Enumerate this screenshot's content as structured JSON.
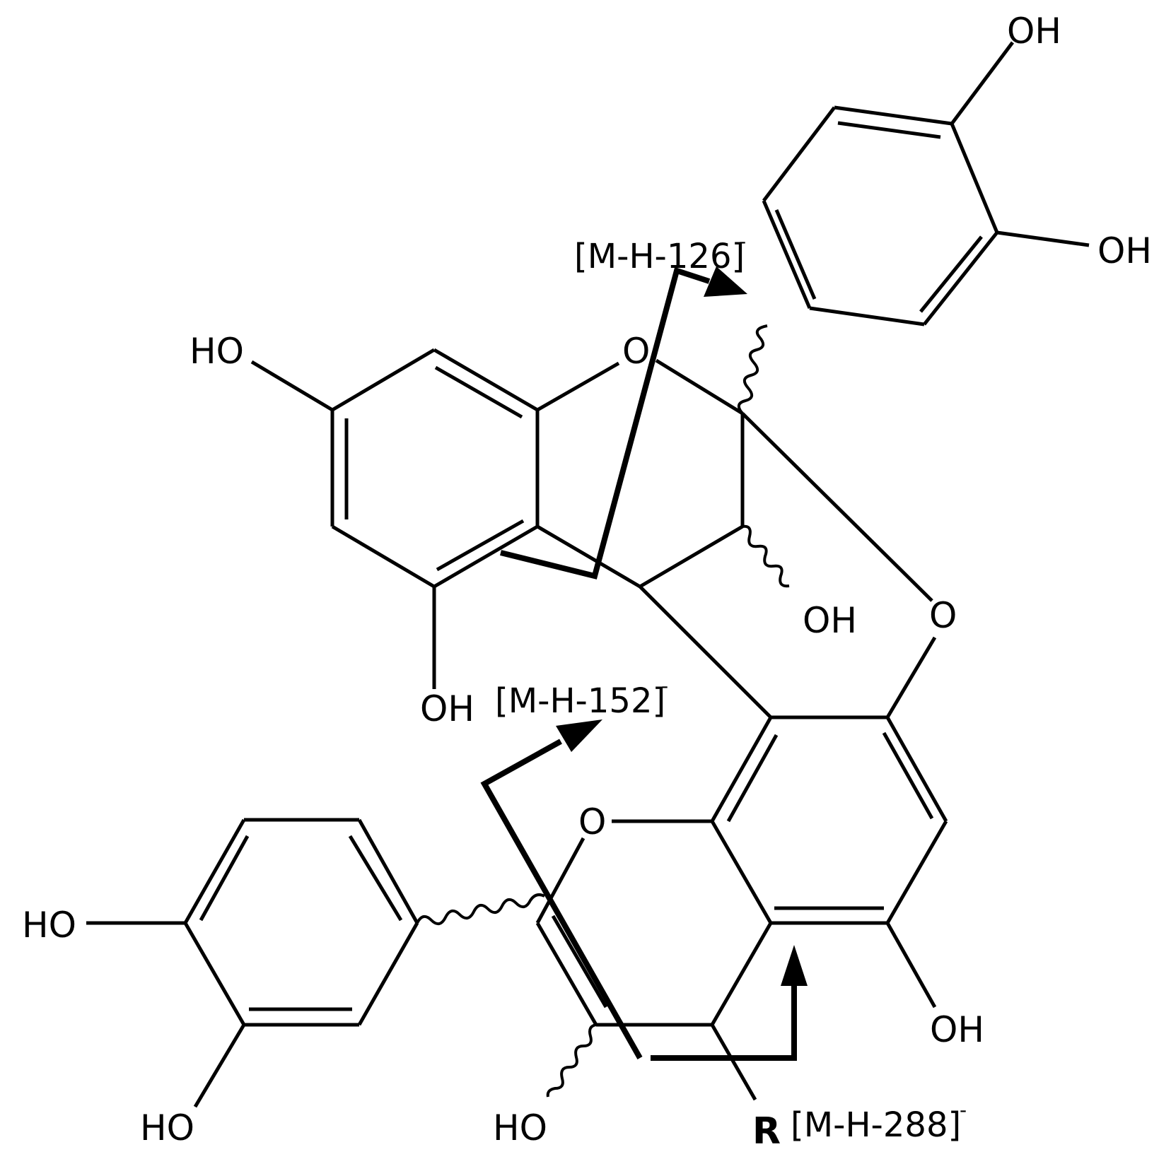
{
  "atoms": {
    "oh_top": "OH",
    "oh_right": "OH",
    "ho_a_ring": "HO",
    "o_ring_c": "O",
    "oh_c3": "OH",
    "oh_a5": "OH",
    "o_ether": "O",
    "o_ring_f": "O",
    "ho_left": "HO",
    "ho_bottom_left": "HO",
    "ho_bottom_center": "HO",
    "oh_d_ring": "OH",
    "r_group": "R"
  },
  "fragments": {
    "m126": {
      "label": "[M-H-126]",
      "charge": "-"
    },
    "m152": {
      "label": "[M-H-152]",
      "charge": "-"
    },
    "m288": {
      "label": "[M-H-288]",
      "charge": "-"
    }
  }
}
